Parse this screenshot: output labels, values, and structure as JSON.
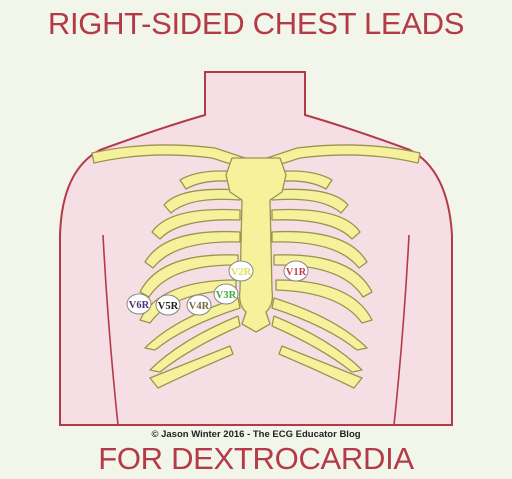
{
  "title": "RIGHT-SIDED CHEST LEADS",
  "subtitle": "FOR DEXTROCARDIA",
  "credit": "© Jason Winter 2016 - The ECG Educator Blog",
  "colors": {
    "title": "#b43a48",
    "skin": "#f5dfe4",
    "outline": "#b43a48",
    "bone": "#f6f29c",
    "bone_outline": "#9a9450",
    "background": "#f1f5ea"
  },
  "electrodes": [
    {
      "label": "V1R",
      "color": "#c2414e"
    },
    {
      "label": "V2R",
      "color": "#e3e05a"
    },
    {
      "label": "V3R",
      "color": "#43a943"
    },
    {
      "label": "V4R",
      "color": "#7b6a42"
    },
    {
      "label": "V5R",
      "color": "#222222"
    },
    {
      "label": "V6R",
      "color": "#4e2f7a"
    }
  ]
}
